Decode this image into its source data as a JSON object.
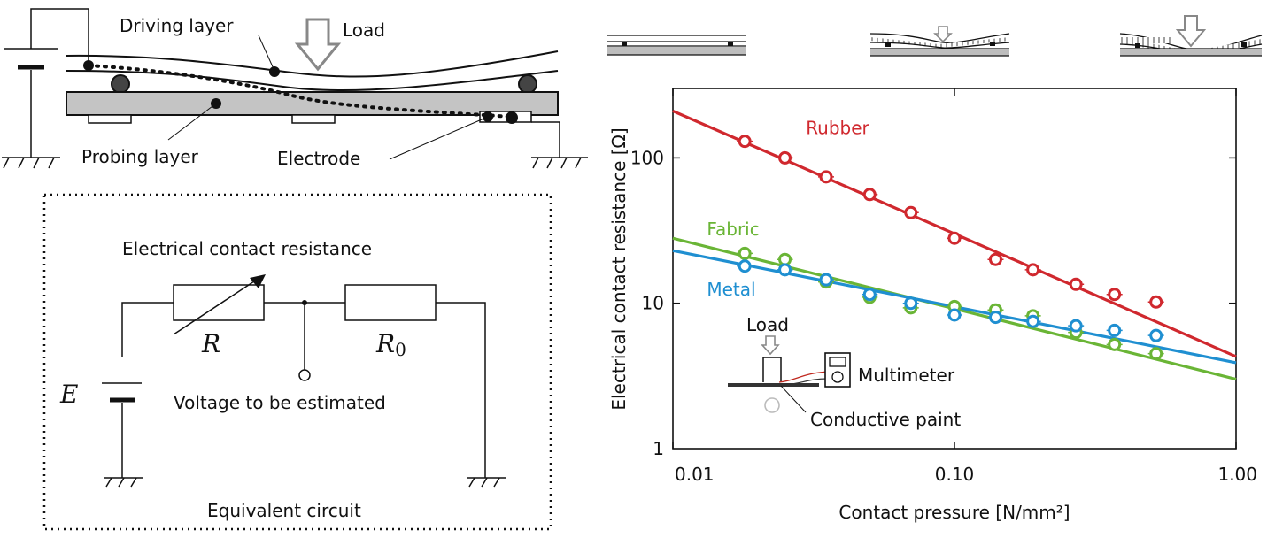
{
  "diagram": {
    "load_label": "Load",
    "driving_layer_label": "Driving layer",
    "probing_layer_label": "Probing layer",
    "electrode_label": "Electrode"
  },
  "circuit": {
    "title": "Electrical contact resistance",
    "r_label": "R",
    "r0_label": "R",
    "r0_subscript": "0",
    "e_label": "E",
    "voltage_label": "Voltage to be estimated",
    "caption": "Equivalent circuit"
  },
  "inset": {
    "load_label": "Load",
    "multimeter_label": "Multimeter",
    "paint_label": "Conductive paint"
  },
  "chart_data": {
    "type": "scatter",
    "xlabel": "Contact pressure [N/mm²]",
    "ylabel": "Electrical contact resistance [Ω]",
    "x_scale": "log",
    "y_scale": "log",
    "xlim": [
      0.01,
      1.0
    ],
    "ylim": [
      1,
      300
    ],
    "x_ticks": [
      {
        "value": 0.01,
        "label": "0.01"
      },
      {
        "value": 0.1,
        "label": "0.10"
      },
      {
        "value": 1.0,
        "label": "1.00"
      }
    ],
    "y_ticks": [
      {
        "value": 1,
        "label": "1"
      },
      {
        "value": 10,
        "label": "10"
      },
      {
        "value": 100,
        "label": "100"
      }
    ],
    "grid": false,
    "series": [
      {
        "name": "Rubber",
        "color": "#d0282e",
        "x": [
          0.018,
          0.025,
          0.035,
          0.05,
          0.07,
          0.1,
          0.14,
          0.19,
          0.27,
          0.37,
          0.52
        ],
        "y": [
          130,
          100,
          74,
          56,
          42,
          28,
          20,
          17,
          13.5,
          11.5,
          10.2
        ],
        "fit": {
          "x": [
            0.01,
            1.0
          ],
          "y": [
            210,
            4.3
          ]
        }
      },
      {
        "name": "Fabric",
        "color": "#6ab536",
        "x": [
          0.018,
          0.025,
          0.035,
          0.05,
          0.07,
          0.1,
          0.14,
          0.19,
          0.27,
          0.37,
          0.52
        ],
        "y": [
          22,
          20,
          14,
          11,
          9.3,
          9.5,
          9,
          8.2,
          6.3,
          5.2,
          4.5
        ],
        "fit": {
          "x": [
            0.01,
            1.0
          ],
          "y": [
            28,
            3.0
          ]
        }
      },
      {
        "name": "Metal",
        "color": "#1f8fd1",
        "x": [
          0.018,
          0.025,
          0.035,
          0.05,
          0.07,
          0.1,
          0.14,
          0.19,
          0.27,
          0.37,
          0.52
        ],
        "y": [
          18,
          17,
          14.5,
          11.5,
          10,
          8.3,
          8,
          7.5,
          7,
          6.5,
          6
        ],
        "fit": {
          "x": [
            0.01,
            1.0
          ],
          "y": [
            23,
            3.9
          ]
        }
      }
    ]
  }
}
